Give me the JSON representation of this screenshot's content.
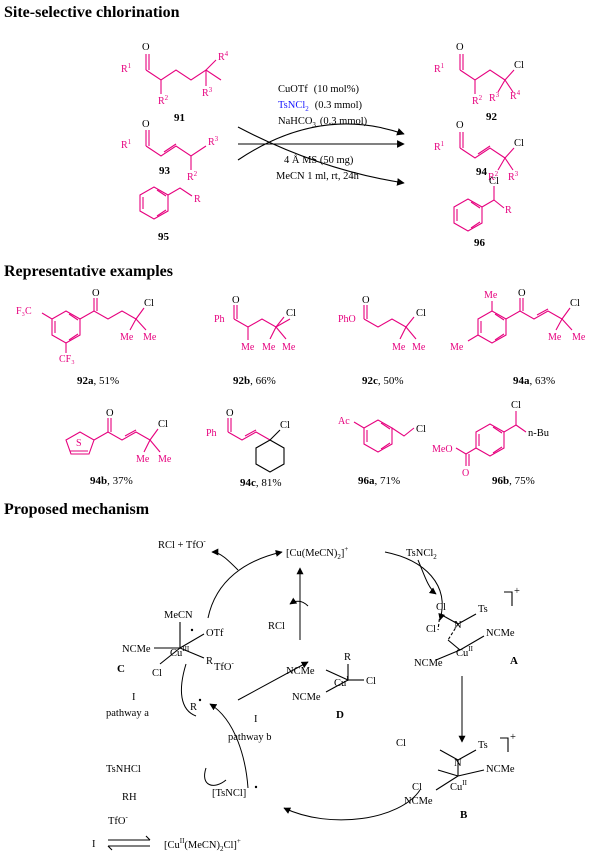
{
  "headings": {
    "chlorination": "Site-selective chlorination",
    "examples": "Representative examples",
    "mechanism": "Proposed mechanism"
  },
  "conditions": {
    "catalyst": "CuOTf",
    "catalyst_amt": "(10 mol%)",
    "reagent": "TsNCl",
    "reagent_sub": "2",
    "reagent_amt": "(0.3 mmol)",
    "base": "NaHCO",
    "base_sub": "3",
    "base_amt": "(0.3 mmol)",
    "sieves": "4 Å MS  (50 mg)",
    "solvent": "MeCN 1 ml, rt, 24h"
  },
  "compounds": {
    "c91": "91",
    "c92": "92",
    "c93": "93",
    "c94": "94",
    "c95": "95",
    "c96": "96"
  },
  "atoms": {
    "O": "O",
    "Cl": "Cl",
    "R1": "R",
    "R1_sup": "1",
    "R2": "R",
    "R2_sup": "2",
    "R3": "R",
    "R3_sup": "3",
    "R4": "R",
    "R4_sup": "4",
    "R": "R",
    "Me": "Me",
    "F3C": "F₃C",
    "CF3": "CF₃",
    "Ph": "Ph",
    "PhO": "PhO",
    "Ac": "Ac",
    "MeO": "MeO",
    "S": "S",
    "nBu": "n-Bu"
  },
  "examples": [
    {
      "id": "92a",
      "yield": ", 51%"
    },
    {
      "id": "92b",
      "yield": ", 66%"
    },
    {
      "id": "92c",
      "yield": ", 50%"
    },
    {
      "id": "94a",
      "yield": ", 63%"
    },
    {
      "id": "94b",
      "yield": ", 37%"
    },
    {
      "id": "94c",
      "yield": ", 81%"
    },
    {
      "id": "96a",
      "yield": ", 71%"
    },
    {
      "id": "96b",
      "yield": ", 75%"
    }
  ],
  "mechanism": {
    "rcl_tfo": "RCl + TfO",
    "minus": "-",
    "cu_mecn2": "[Cu(MeCN)",
    "cu_mecn2_tail": "]",
    "plus": "+",
    "tsncl2": "TsNCl",
    "rcl": "RCl",
    "C_label": "C",
    "A_label": "A",
    "B_label": "B",
    "D_label": "D",
    "mecn": "MeCN",
    "ncme": "NCMe",
    "otf": "OTf",
    "cu": "Cu",
    "cu_III": "III",
    "cu_II": "II",
    "cu_I": "I",
    "ts": "Ts",
    "n": "N",
    "tfo": "TfO",
    "I": "I",
    "pathway_a": "pathway a",
    "pathway_b": "pathway b",
    "r_rad": "R",
    "tsnhcl": "TsNHCl",
    "rh": "RH",
    "tsncl_rad": "[TsNCl]",
    "eq_left": "I",
    "eq_right": "[Cu",
    "eq_right_mid": "(MeCN)",
    "eq_right_end": "Cl]"
  },
  "colors": {
    "substrate": "#e6007e",
    "chlorine": "#1a1aff",
    "pathway": "#8b4513",
    "text": "#000000"
  }
}
